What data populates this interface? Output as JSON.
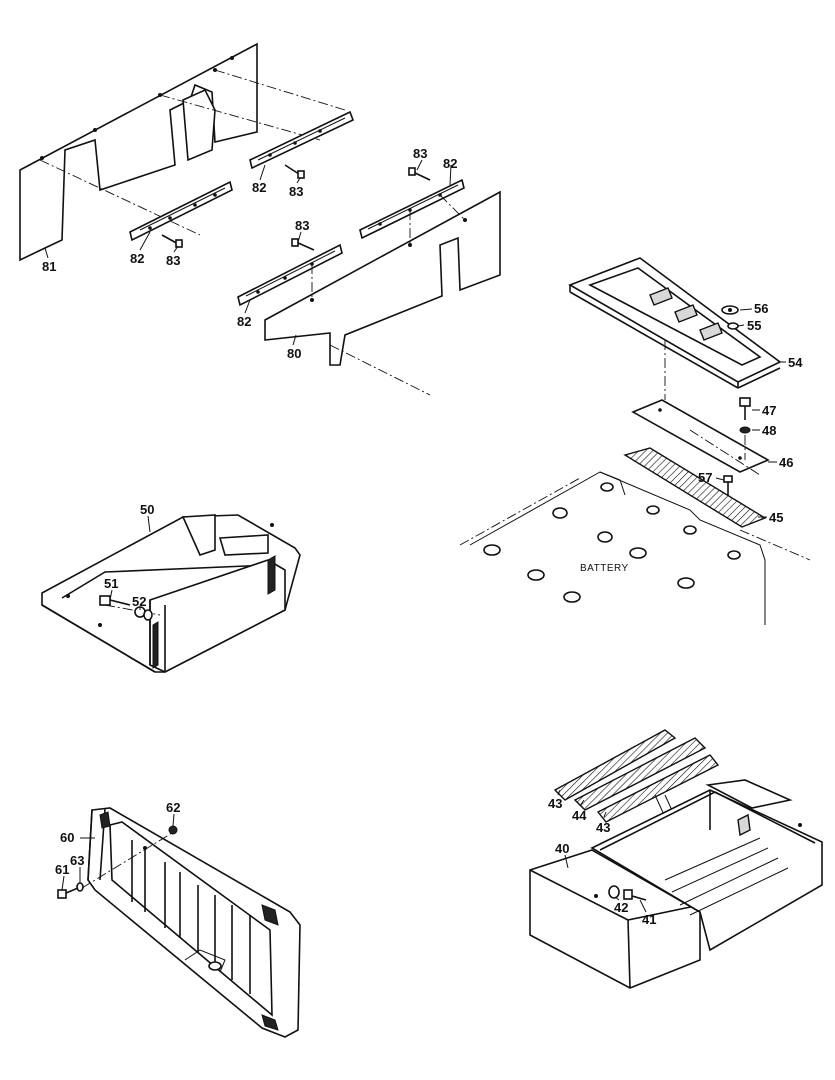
{
  "callouts": {
    "c81": "81",
    "c82a": "82",
    "c83a": "83",
    "c82b": "82",
    "c83b": "83",
    "c83c": "83",
    "c82c": "82",
    "c83d": "83",
    "c82d": "82",
    "c80": "80",
    "c56": "56",
    "c55": "55",
    "c54": "54",
    "c47": "47",
    "c48": "48",
    "c46": "46",
    "c57": "57",
    "c45": "45",
    "c50": "50",
    "c51": "51",
    "c52": "52",
    "c62": "62",
    "c60": "60",
    "c63": "63",
    "c61": "61",
    "c43a": "43",
    "c44": "44",
    "c43b": "43",
    "c40": "40",
    "c42": "42",
    "c41": "41"
  },
  "text": {
    "battery": "BATTERY"
  }
}
